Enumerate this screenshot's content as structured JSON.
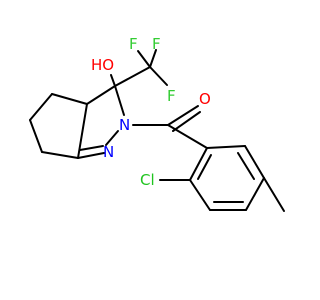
{
  "molecule": {
    "atoms": {
      "hydroxyl": "HO",
      "fluorine_1": "F",
      "fluorine_2": "F",
      "fluorine_3": "F",
      "carbonyl_oxygen": "O",
      "pyrazoline_n2": "N",
      "pyrazoline_n1": "N",
      "chlorine": "Cl"
    }
  },
  "colors": {
    "bond": "#000000",
    "oxygen": "#ff0000",
    "nitrogen": "#0000ff",
    "fluorine": "#33cc33",
    "chlorine": "#1fc41f"
  }
}
